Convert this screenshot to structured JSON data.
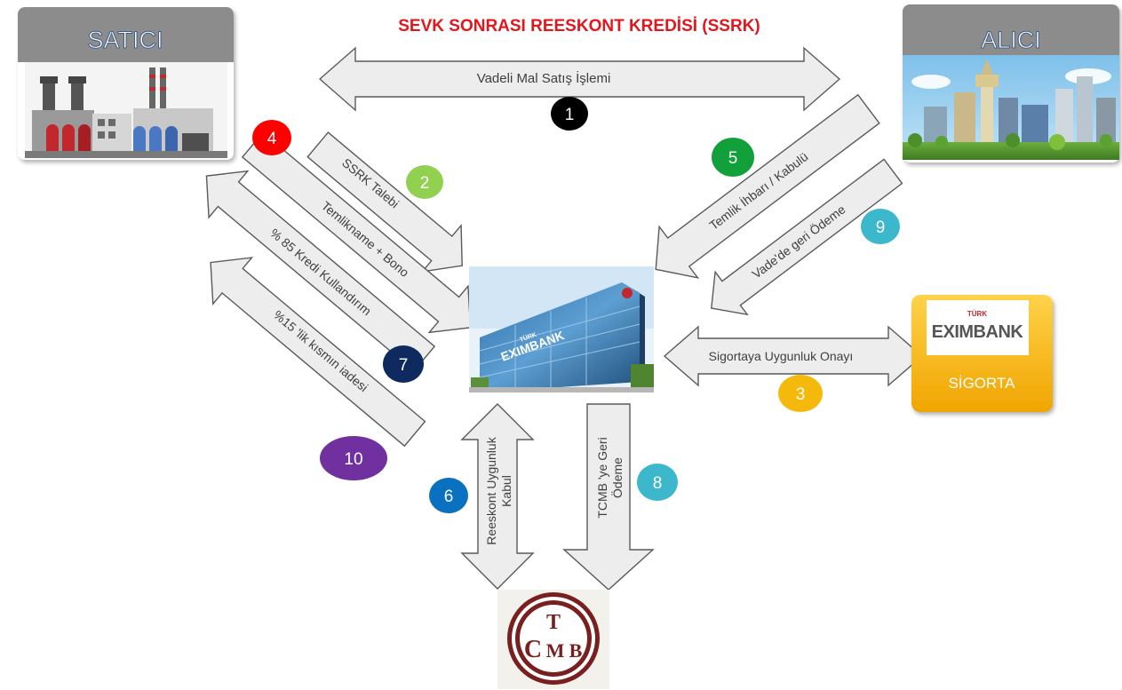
{
  "title": "SEVK SONRASI REESKONT KREDİSİ (SSRK)",
  "colors": {
    "title": "#e3161c",
    "arrow_fill": "#ededed",
    "arrow_stroke": "#5a5a5a",
    "header_grey": "#8c8c8c"
  },
  "parties": {
    "seller": {
      "label": "SATICI",
      "icon": "factory-illustration"
    },
    "buyer": {
      "label": "ALICI",
      "icon": "city-skyline-illustration"
    },
    "bank": {
      "icon": "eximbank-building-photo",
      "sign": "EXIMBANK",
      "sign_small": "TÜRK"
    },
    "insurance": {
      "logo_text": "EXIMBANK",
      "logo_small": "TÜRK",
      "label": "SİGORTA"
    },
    "central_bank": {
      "logo_letters": [
        "T",
        "C",
        "M",
        "B"
      ]
    }
  },
  "steps": [
    {
      "number": "1",
      "label": "Vadeli Mal Satış İşlemi",
      "color": "#000000"
    },
    {
      "number": "2",
      "label": "SSRK Talebi",
      "color": "#92d050"
    },
    {
      "number": "3",
      "label": "Sigortaya Uygunluk Onayı",
      "color": "#f5b90c"
    },
    {
      "number": "4",
      "label": "Temlikname + Bono",
      "color": "#ff0000"
    },
    {
      "number": "5",
      "label": "Temlik İhbarı / Kabulü",
      "color": "#12a03a"
    },
    {
      "number": "6",
      "label_lines": [
        "Reeskont Uygunluk",
        "Kabul"
      ],
      "color": "#0a70c0"
    },
    {
      "number": "7",
      "label": "% 85 Kredi Kullandırım",
      "color": "#0e2a5e"
    },
    {
      "number": "8",
      "label_lines": [
        "TCMB 'ye Geri",
        "Ödeme"
      ],
      "color": "#3cb7cc"
    },
    {
      "number": "9",
      "label": "Vade'de geri Ödeme",
      "color": "#3cb7cc"
    },
    {
      "number": "10",
      "label": "%15 'lik kısmın iadesi",
      "color": "#7030a0"
    }
  ]
}
